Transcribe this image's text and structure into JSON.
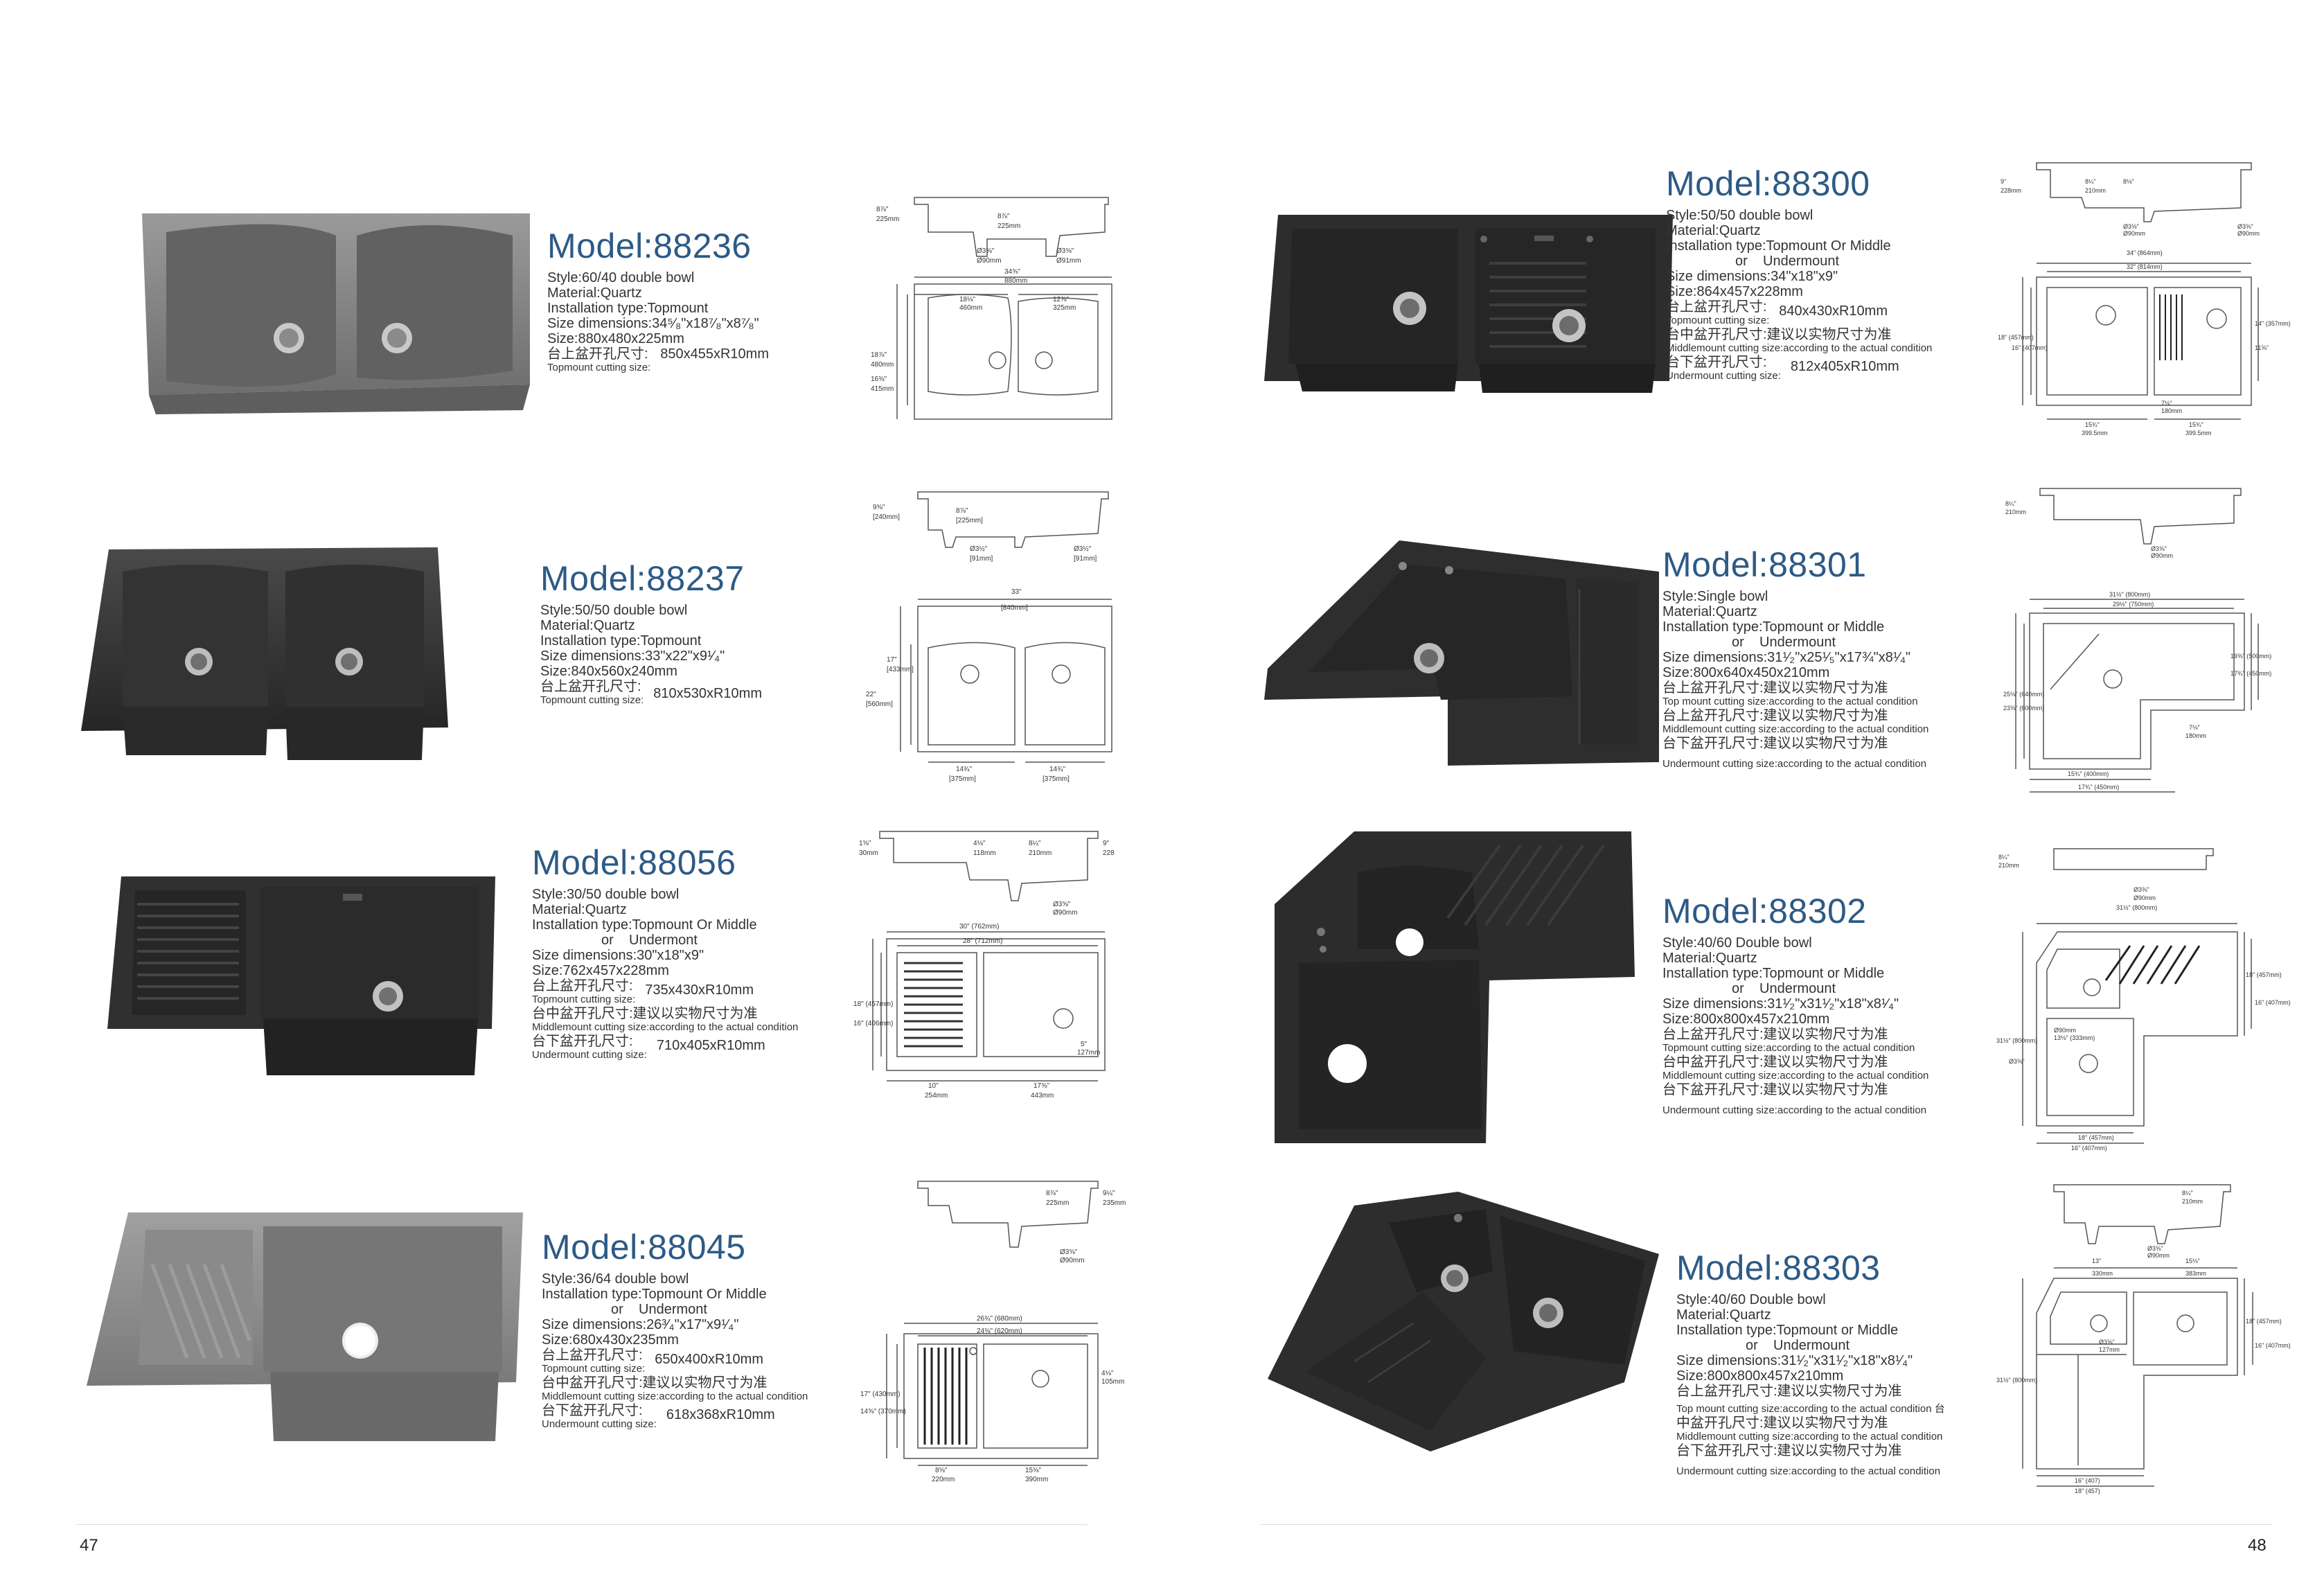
{
  "pages": {
    "left": "47",
    "right": "48"
  },
  "products": [
    {
      "model": "Model:88236",
      "lines": [
        "Style:60/40 double bowl",
        "Material:Quartz",
        "Installation type:Topmount",
        "Size dimensions:34⁵⁄₈\"x18⁷⁄₈\"x8⁷⁄₈\"",
        "Size:880x480x225mm"
      ],
      "cuts": [
        {
          "label": "台上盆开孔尺寸:",
          "en": "Topmount cutting size:",
          "value": "850x455xR10mm"
        }
      ]
    },
    {
      "model": "Model:88237",
      "lines": [
        "Style:50/50 double bowl",
        "Material:Quartz",
        "Installation type:Topmount",
        "Size dimensions:33\"x22\"x9¹⁄₄\"",
        "Size:840x560x240mm"
      ],
      "cuts": [
        {
          "label": "台上盆开孔尺寸:",
          "en": "Topmount cutting size:",
          "value": "810x530xR10mm"
        }
      ]
    },
    {
      "model": "Model:88056",
      "lines": [
        "Style:30/50 double bowl",
        "Material:Quartz",
        "Installation type:Topmount Or Middle",
        "                  or    Undermont",
        "Size dimensions:30\"x18\"x9\"",
        "Size:762x457x228mm"
      ],
      "cuts": [
        {
          "label": "台上盆开孔尺寸:",
          "en": "Topmount cutting size:",
          "value": "735x430xR10mm"
        },
        {
          "label": "台中盆开孔尺寸:建议以实物尺寸为准",
          "en": "Middlemount cutting size:according to the actual condition",
          "value": ""
        },
        {
          "label": "台下盆开孔尺寸:",
          "en": "Undermount cutting size:",
          "value": "710x405xR10mm"
        }
      ]
    },
    {
      "model": "Model:88045",
      "lines": [
        "Style:36/64 double bowl",
        "Installation type:Topmount Or Middle",
        "                  or    Undermont",
        "Size dimensions:26³⁄₄\"x17\"x9¹⁄₄\"",
        "Size:680x430x235mm"
      ],
      "cuts": [
        {
          "label": "台上盆开孔尺寸:",
          "en": "Topmount cutting size:",
          "value": "650x400xR10mm"
        },
        {
          "label": "台中盆开孔尺寸:建议以实物尺寸为准",
          "en": "Middlemount cutting size:according to the actual condition",
          "value": ""
        },
        {
          "label": "台下盆开孔尺寸:",
          "en": "Undermount cutting size:",
          "value": "618x368xR10mm"
        }
      ]
    },
    {
      "model": "Model:88300",
      "lines": [
        "Style:50/50 double bowl",
        "Material:Quartz",
        "Installation type:Topmount Or Middle",
        "                  or    Undermount",
        "Size dimensions:34\"x18\"x9\"",
        "Size:864x457x228mm"
      ],
      "cuts": [
        {
          "label": "台上盆开孔尺寸:",
          "en": "Topmount cutting size:",
          "value": "840x430xR10mm"
        },
        {
          "label": "台中盆开孔尺寸:建议以实物尺寸为准",
          "en": "Middlemount cutting size:according to the actual condition",
          "value": ""
        },
        {
          "label": "台下盆开孔尺寸:",
          "en": "Undermount cutting size:",
          "value": "812x405xR10mm"
        }
      ]
    },
    {
      "model": "Model:88301",
      "lines": [
        "Style:Single bowl",
        "Material:Quartz",
        "Installation type:Topmount or Middle",
        "                  or    Undermount",
        "Size dimensions:31¹⁄₂\"x25¹⁄₅\"x17¾\"x8¹⁄₄\"",
        "Size:800x640x450x210mm"
      ],
      "cuts": [
        {
          "label": "台上盆开孔尺寸:建议以实物尺寸为准",
          "en": "Top mount cutting size:according to the actual condition",
          "value": ""
        },
        {
          "label": "台上盆开孔尺寸:建议以实物尺寸为准",
          "en": "Middlemount cutting size:according to the actual condition",
          "value": ""
        },
        {
          "label": "台下盆开孔尺寸:建议以实物尺寸为准",
          "en": "Undermount cutting size:according to the actual condition",
          "value": ""
        }
      ]
    },
    {
      "model": "Model:88302",
      "lines": [
        "Style:40/60 Double bowl",
        "Material:Quartz",
        "Installation type:Topmount or Middle",
        "                  or    Undermount",
        "Size dimensions:31¹⁄₂\"x31¹⁄₂\"x18\"x8¹⁄₄\"",
        "Size:800x800x457x210mm"
      ],
      "cuts": [
        {
          "label": "台上盆开孔尺寸:建议以实物尺寸为准",
          "en": "Topmount cutting size:according to the actual condition",
          "value": ""
        },
        {
          "label": "台中盆开孔尺寸:建议以实物尺寸为准",
          "en": "Middlemount cutting size:according to the actual condition",
          "value": ""
        },
        {
          "label": "台下盆开孔尺寸:建议以实物尺寸为准",
          "en": "Undermount cutting size:according to the actual condition",
          "value": ""
        }
      ]
    },
    {
      "model": "Model:88303",
      "lines": [
        "Style:40/60 Double bowl",
        "Material:Quartz",
        "Installation type:Topmount or Middle",
        "                  or    Undermount",
        "Size dimensions:31¹⁄₂\"x31¹⁄₂\"x18\"x8¹⁄₄\"",
        "Size:800x800x457x210mm",
        "台上盆开孔尺寸:建议以实物尺寸为准"
      ],
      "cuts": [
        {
          "label": "Top mount cutting size:according to the actual condition 台",
          "en": "",
          "value": ""
        },
        {
          "label": "中盆开孔尺寸:建议以实物尺寸为准",
          "en": "Middlemount cutting size:according to the actual condition",
          "value": ""
        },
        {
          "label": "台下盆开孔尺寸:建议以实物尺寸为准",
          "en": "Undermount cutting size:according to the actual condition",
          "value": ""
        }
      ]
    }
  ],
  "drawings": {
    "d88236": [
      "8⅞\"",
      "225mm",
      "8⅞\"",
      "225mm",
      "Ø3⅝\"",
      "Ø90mm",
      "Ø3⅝\"",
      "Ø91mm",
      "34⅝\"",
      "880mm",
      "18⅛\"",
      "460mm",
      "12⅞\"",
      "325mm",
      "18⅞\"",
      "480mm",
      "16⅜\"",
      "415mm"
    ],
    "d88237": [
      "9⅜\"",
      "[240mm]",
      "8⅞\"",
      "[225mm]",
      "Ø3½\"",
      "[91mm]",
      "Ø3½\"",
      "[91mm]",
      "33\"",
      "[840mm]",
      "22\"",
      "[560mm]",
      "17\"",
      "[433mm]",
      "14¾\"",
      "[375mm]",
      "14¾\"",
      "[375mm]"
    ],
    "d88056": [
      "1⅝\"",
      "30mm",
      "4⅛\"",
      "118mm",
      "8¼\"",
      "210mm",
      "9\"",
      "228",
      "Ø3⅝\"",
      "Ø90mm",
      "30\" (762mm)",
      "28\" (712mm)",
      "18\" (457mm)",
      "16\" (406mm)",
      "10\"",
      "254mm",
      "17⅝\"",
      "443mm",
      "5\"",
      "127mm"
    ],
    "d88045": [
      "8⅞\"",
      "225mm",
      "9¼\"",
      "235mm",
      "Ø3⅝\"",
      "Ø90mm",
      "26¾\" (680mm)",
      "24⅜\" (620mm)",
      "17\" (430mm)",
      "14⅝\" (370mm)",
      "4⅛\"",
      "105mm",
      "8⅝\"",
      "220mm",
      "15⅜\"",
      "390mm"
    ],
    "d88300": [
      "9\"",
      "228mm",
      "8¼\"",
      "210mm",
      "8⅛\"",
      "Ø3⅝\"",
      "Ø90mm",
      "Ø3⅝\"",
      "Ø90mm",
      "34\" (864mm)",
      "32\" (814mm)",
      "18\" (457mm)",
      "16\" (407mm)",
      "14\" (357mm)",
      "11⅝\"",
      "7⅛\"",
      "180mm",
      "15¾\"",
      "399.5mm",
      "15¾\"",
      "399.5mm"
    ],
    "d88301": [
      "8¼\"",
      "210mm",
      "Ø3⅝\"",
      "Ø90mm",
      "31½\" (800mm)",
      "29½\" (750mm)",
      "25⅛\" (640mm)",
      "23⅝\" (600mm)",
      "19⅝\" (500mm)",
      "17¾\" (450mm)",
      "7⅛\"",
      "180mm",
      "15¾\" (400mm)",
      "17¾\" (450mm)"
    ],
    "d88302": [
      "8¼\"",
      "210mm",
      "Ø3⅝\"",
      "Ø90mm",
      "31½\" (800mm)",
      "31½\" (800mm)",
      "18\" (457mm)",
      "16\" (407mm)",
      "18\" (457mm)",
      "16\" (407mm)",
      "Ø3⅝\"",
      "Ø90mm",
      "13⅛\" (333mm)"
    ],
    "d88303": [
      "8¼\"",
      "210mm",
      "Ø3⅝\"",
      "Ø90mm",
      "13\"",
      "330mm",
      "15⅛\"",
      "383mm",
      "31½\" (800mm)",
      "18\" (457mm)",
      "16\" (407mm)",
      "16\" (407)",
      "18\" (457)",
      "Ø3⅝\"",
      "127mm"
    ]
  }
}
